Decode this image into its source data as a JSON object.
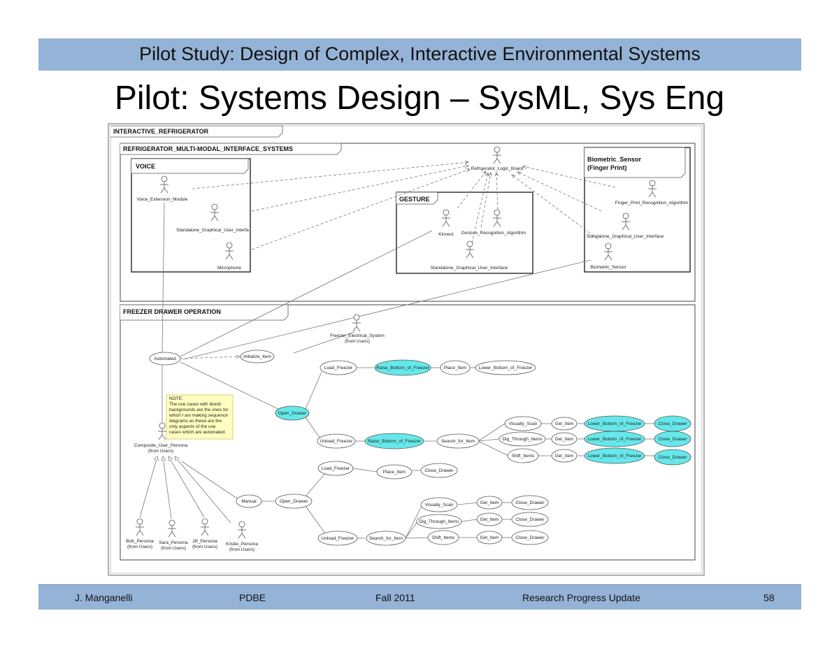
{
  "header": {
    "subtitle": "Pilot Study:  Design of Complex, Interactive Environmental Systems"
  },
  "title": "Pilot:  Systems Design – SysML, Sys Eng",
  "diagram": {
    "frames": {
      "outer": "INTERACTIVE_REFRIGERATOR",
      "interface": "REFRIGERATOR_MULTI-MODAL_INTERFACE_SYSTEMS",
      "voice": "VOICE",
      "gesture": "GESTURE",
      "biometric_1": "Biometric_Sensor",
      "biometric_2": "(Finger Print)",
      "freezer": "FREEZER DRAWER OPERATION"
    },
    "actors": {
      "logic_board": "Refrigerator_Logic_Board",
      "voice_ext": "Voice_Extension_Module",
      "voice_gui": "Standalone_Graphical_User_Interfa",
      "microphone": "Microphone",
      "kinnect": "Kinnect",
      "gesture_alg": "Gesture_Recognition_Algorithm",
      "gesture_gui": "Standalone_Graphical_User_Interface",
      "fp_alg": "Finger_Print_Recognition_Algorithm",
      "bio_gui": "Standalone_Graphical_User_Interface",
      "bio_sensor": "Biometric_Sensor",
      "freezer_elec": "Freezer_Electrical_System",
      "freezer_elec_from": "(from Users)",
      "composite": "Composite_User_Persona",
      "composite_from": "(from Users)",
      "bob": "Bob_Persona",
      "sara": "Sara_Persona",
      "jill": "Jill_Persona",
      "kristie": "Kristie_Persona",
      "from_users": "(from Users)"
    },
    "note": [
      "NOTE:",
      "The use cases with bluish",
      "backgrounds are the ones for",
      "which I am making sequence",
      "diagrams as these are the",
      "only aspects of the use",
      "cases which are automated."
    ],
    "usecases": {
      "automated": "Automated",
      "initialize_item": "Initialize_Item",
      "open_drawer": "Open_Drawer",
      "load_freezer": "Load_Freezer",
      "raise_bottom": "Raise_Bottom_of_Freezer",
      "place_item": "Place_Item",
      "lower_bottom": "Lower_Bottom_of_Freezer",
      "unload_freezer": "Unload_Freezer",
      "search_for_item": "Search_for_Item",
      "visually_scan": "Visually_Scan",
      "dig_through": "Dig_Through_Items",
      "shift_items": "Shift_Items",
      "get_item": "Get_Item",
      "close_drawer": "Close_Drawer",
      "manual": "Manual"
    },
    "colors": {
      "automated_fill": "#66e8ea",
      "note_fill": "#ffffc0",
      "note_border": "#d8c25a"
    }
  },
  "footer": {
    "author": "J. Manganelli",
    "program": "PDBE",
    "term": "Fall 2011",
    "topic": "Research Progress Update",
    "page": "58"
  }
}
